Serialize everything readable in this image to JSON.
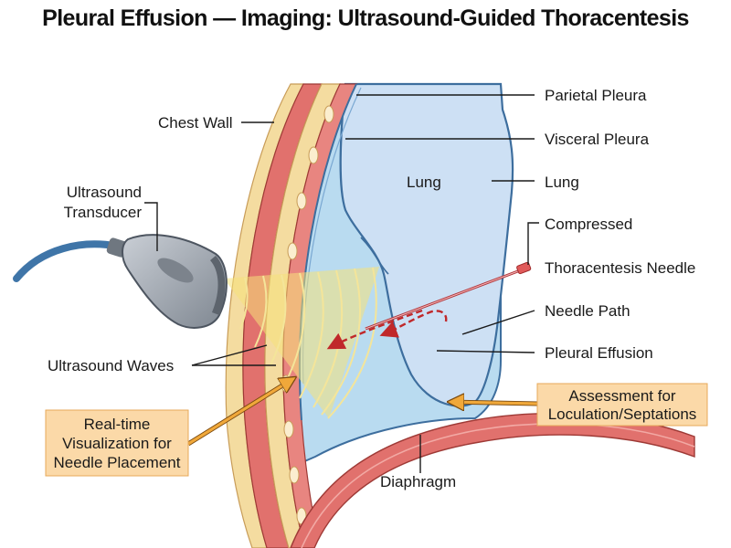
{
  "title": "Pleural Effusion — Imaging: Ultrasound-Guided Thoracentesis",
  "labels": {
    "chest_wall": "Chest Wall",
    "ultrasound_transducer": [
      "Ultrasound",
      "Transducer"
    ],
    "parietal_pleura": "Parietal Pleura",
    "visceral_pleura": "Visceral Pleura",
    "lung_inner": "Lung",
    "lung_right": "Lung",
    "compressed": "Compressed",
    "thoracentesis_needle": "Thoracentesis Needle",
    "needle_path": "Needle Path",
    "pleural_effusion": "Pleural Effusion",
    "ultrasound_waves": "Ultrasound Waves",
    "diaphragm": "Diaphragm"
  },
  "callouts": {
    "realtime_visualization": [
      "Real-time",
      "Visualization for",
      "Needle Placement"
    ],
    "assessment": [
      "Assessment for",
      "Loculation/Septations"
    ]
  },
  "colors": {
    "muscle": "#e1716d",
    "fat": "#f4dca0",
    "effusion": "#b9dbf0",
    "lung": "#cde0f4",
    "pleura_line": "#3d6e9e",
    "waves": "#f6e27a",
    "callout_fill": "#fbd9a8",
    "arrow": "#f0a83a",
    "needle_path": "#c0282a",
    "transducer": "#9aa2ac",
    "cable": "#3f75a8"
  }
}
